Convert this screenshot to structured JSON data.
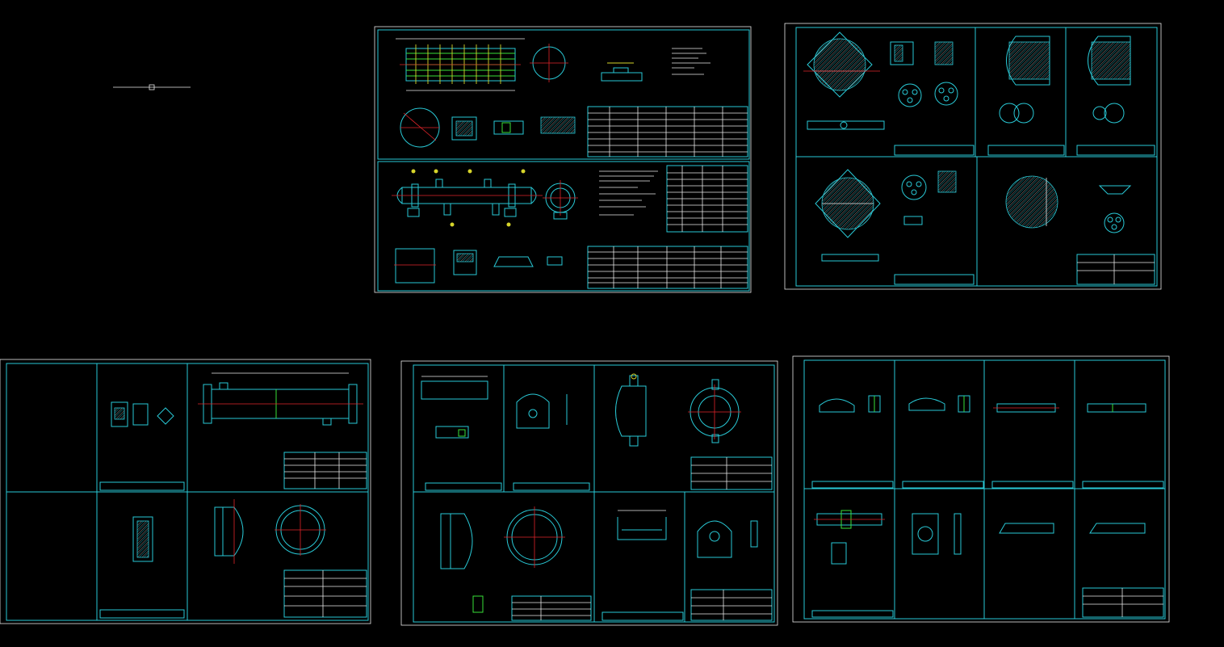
{
  "drawing": {
    "background": "#000000",
    "line_colors": {
      "outline": "#29c9d6",
      "annotation": "#e8e8e8",
      "centerline": "#e0242a",
      "callout": "#d6d42a",
      "highlight": "#39e039"
    },
    "sheets": [
      {
        "id": "sheet-heat-exchanger-assembly",
        "label": ""
      },
      {
        "id": "sheet-tube-sheet-details",
        "label": ""
      },
      {
        "id": "sheet-shell-and-head",
        "label": ""
      },
      {
        "id": "sheet-nozzle-and-support-parts",
        "label": ""
      },
      {
        "id": "sheet-small-part-details",
        "label": ""
      }
    ]
  }
}
